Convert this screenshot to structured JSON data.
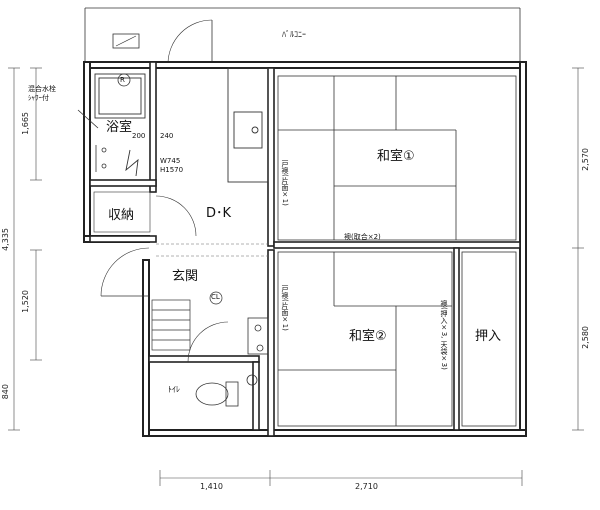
{
  "balcony_label": "ﾊﾞﾙｺﾆｰ",
  "rooms": {
    "bath": "浴室",
    "dk": "D･K",
    "storage": "収納",
    "entrance": "玄関",
    "toilet": "ﾄｲﾚ",
    "washitsu1": "和室①",
    "washitsu2": "和室②",
    "oshiire": "押入"
  },
  "notes": {
    "faucet": "混合水栓",
    "shower": "ｼｬﾜｰ付",
    "refrigerator_w": "W745",
    "refrigerator_h": "H1570",
    "dim_200": "200",
    "dim_240": "240",
    "closet": "CL",
    "fusuma_between": "襖(取合×2)",
    "door_top": "戸襖(片面×1)",
    "door_bottom": "戸襖(片面×1)",
    "oshiire_fusuma": "襖(押入×3, 天袋×3)",
    "meter_mark": "R"
  },
  "dimensions": {
    "left_1665": "1,665",
    "left_4335": "4,335",
    "left_1520": "1,520",
    "left_840": "840",
    "right_2570": "2,570",
    "right_2580": "2,580",
    "bottom_1410": "1,410",
    "bottom_2710": "2,710"
  }
}
